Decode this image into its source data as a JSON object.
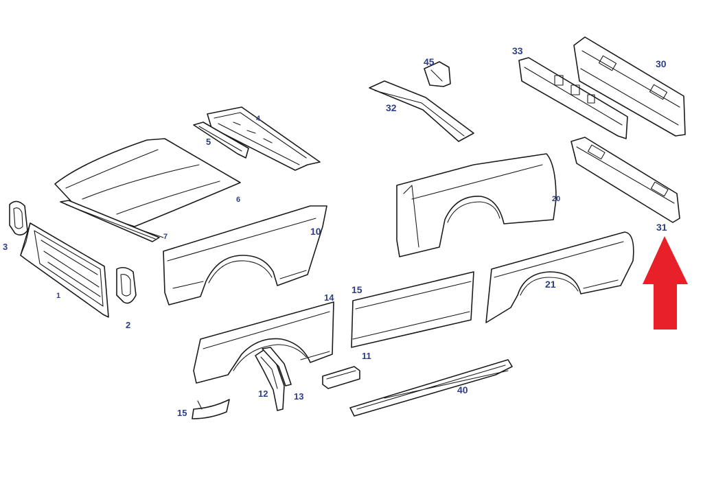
{
  "callouts": {
    "p1": "1",
    "p2": "2",
    "p3": "3",
    "p4": "4",
    "p5": "5",
    "p6": "6",
    "p7": "7",
    "p10": "10",
    "p11": "11",
    "p12": "12",
    "p13": "13",
    "p14": "14",
    "p15a": "15",
    "p15b": "15",
    "p20": "20",
    "p21": "21",
    "p30": "30",
    "p31": "31",
    "p32": "32",
    "p33": "33",
    "p40": "40",
    "p45": "45"
  },
  "colors": {
    "line": "#1a1a1a",
    "callout": "#2e3d86",
    "arrow": "#e8202a",
    "background": "#ffffff"
  },
  "pointer": {
    "icon": "arrow-up-icon",
    "points_to": "31"
  }
}
